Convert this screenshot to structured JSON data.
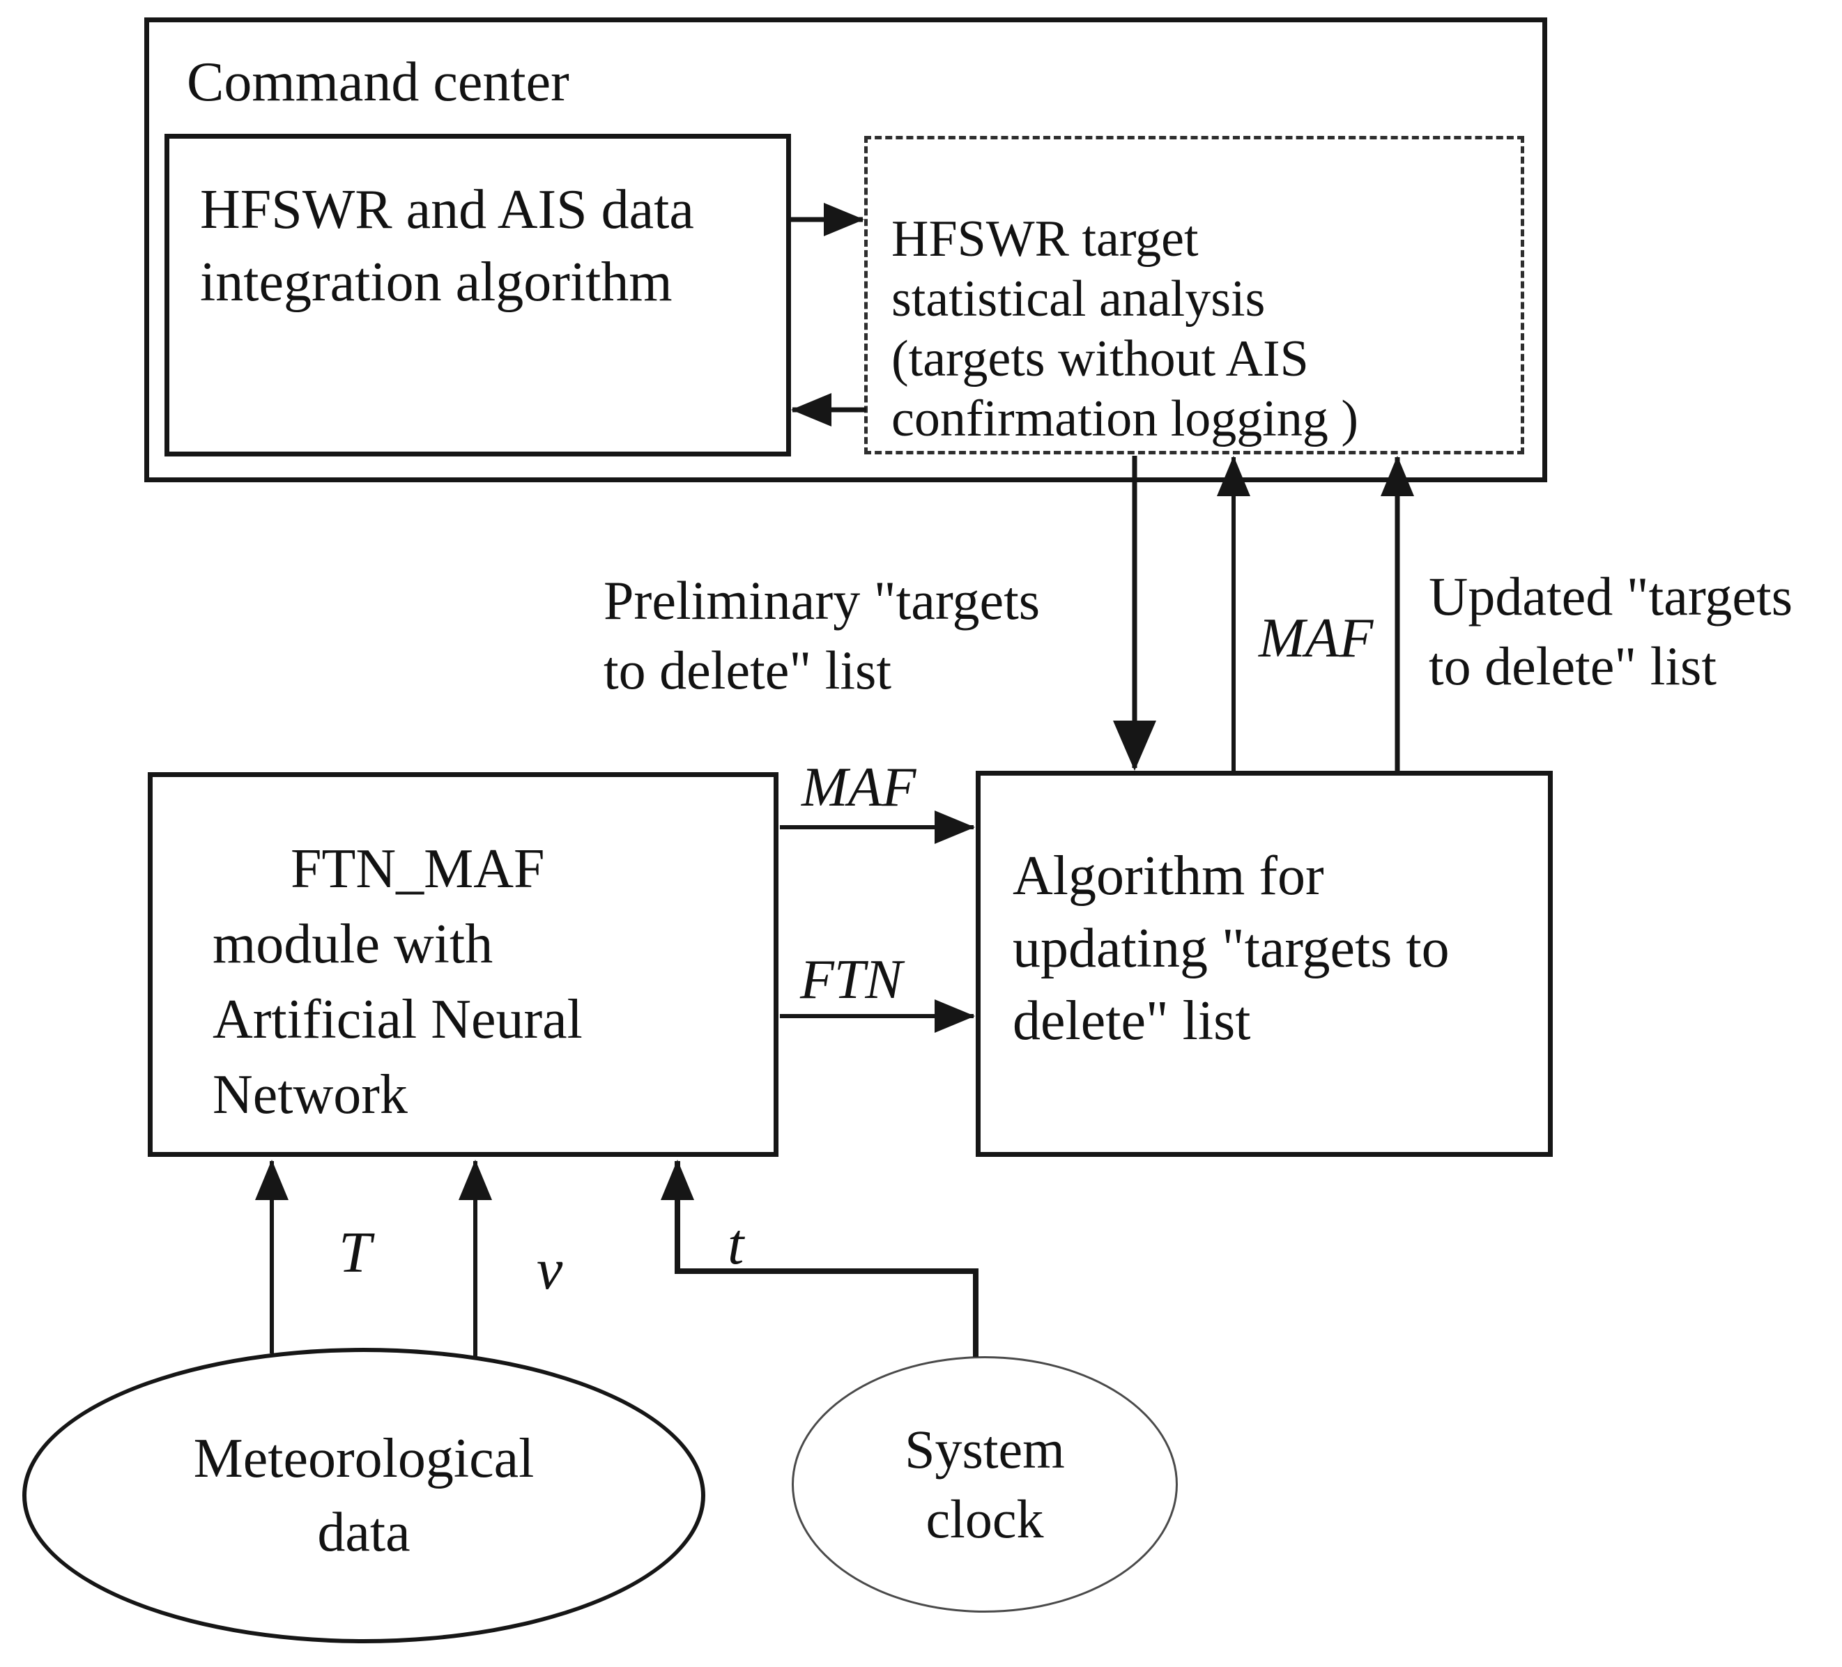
{
  "canvas": {
    "bg": "#ffffff",
    "ink": "#161616"
  },
  "command_center": {
    "title": "Command center"
  },
  "integration_box": {
    "lines": [
      "HFSWR and AIS data",
      "integration algorithm"
    ]
  },
  "analysis_box": {
    "lines": [
      "HFSWR target",
      "statistical analysis",
      "(targets without AIS",
      "confirmation logging )"
    ]
  },
  "ftn_maf_box": {
    "lines": [
      "FTN_MAF",
      "module with",
      "Artificial Neural",
      "Network"
    ]
  },
  "algorithm_box": {
    "lines": [
      "Algorithm for",
      "updating \"targets to",
      "delete\" list"
    ]
  },
  "meteorological_ellipse": {
    "lines": [
      "Meteorological",
      "data"
    ]
  },
  "system_clock_ellipse": {
    "lines": [
      "System",
      "clock"
    ]
  },
  "connector_labels": {
    "preliminary_line1": "Preliminary \"targets",
    "preliminary_line2": "to delete\" list",
    "maf_up": "MAF",
    "updated_line1": "Updated \"targets",
    "updated_line2": "to delete\" list",
    "maf_mid": "MAF",
    "ftn_mid": "FTN",
    "temperature": "T",
    "wind_speed": "v",
    "time": "t"
  }
}
